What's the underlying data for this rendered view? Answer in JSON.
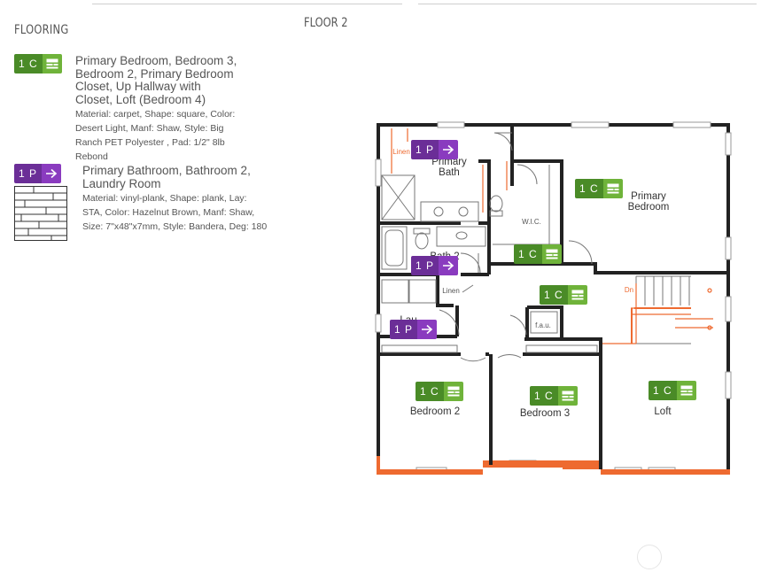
{
  "headings": {
    "flooring": "FLOORING",
    "floor": "FLOOR 2"
  },
  "legend": [
    {
      "code": "1 C",
      "type": "carpet",
      "rooms": "Primary Bedroom, Bedroom 3, Bedroom 2, Primary Bedroom Closet, Up Hallway with Closet, Loft (Bedroom 4)",
      "details": "Material: carpet, Shape: square, Color: Desert Light, Manf: Shaw, Style: Big Ranch PET Polyester , Pad: 1/2\" 8lb Rebond",
      "icon": "carpet-roll-icon"
    },
    {
      "code": "1 P",
      "type": "vinyl",
      "rooms": "Primary Bathroom, Bathroom 2, Laundry Room",
      "details": "Material: vinyl-plank, Shape: plank, Lay: STA, Color: Hazelnut Brown, Manf: Shaw, Size: 7\"x48\"x7mm, Style: Bandera, Deg: 180",
      "icon": "arrow-right-icon"
    }
  ],
  "rooms": {
    "primary_bath": "Primary\nBath",
    "primary_bedroom": "Primary\nBedroom",
    "wic": "W.I.C.",
    "bath2": "Bath 2",
    "linen_top": "Linen",
    "linen": "Linen",
    "lau": "Lau",
    "fau": "f.a.u.",
    "dn": "Dn",
    "bedroom2": "Bedroom 2",
    "bedroom3": "Bedroom 3",
    "loft": "Loft"
  },
  "badges": [
    {
      "code": "1 P",
      "type": "vinyl"
    },
    {
      "code": "1 C",
      "type": "carpet"
    },
    {
      "code": "1 C",
      "type": "carpet"
    },
    {
      "code": "1 P",
      "type": "vinyl"
    },
    {
      "code": "1 C",
      "type": "carpet"
    },
    {
      "code": "1 P",
      "type": "vinyl"
    },
    {
      "code": "1 C",
      "type": "carpet"
    },
    {
      "code": "1 C",
      "type": "carpet"
    },
    {
      "code": "1 C",
      "type": "carpet"
    }
  ],
  "colors": {
    "carpet": "#4a8b27",
    "vinyl": "#6b2e97",
    "wall": "#222222",
    "accent": "#ee6a30"
  }
}
